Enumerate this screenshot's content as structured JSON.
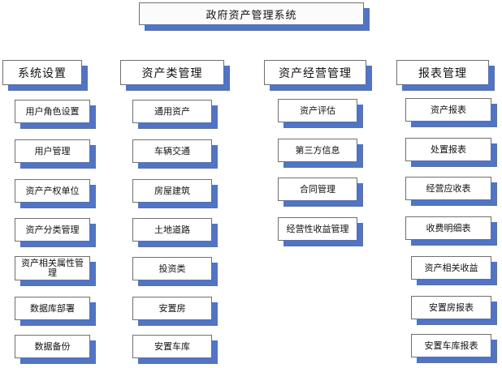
{
  "title": "政府资产管理系统",
  "columns": [
    {
      "header": "系统设置",
      "items": [
        "用户角色设置",
        "用户管理",
        "资产产权单位",
        "资产分类管理",
        "资产相关属性管理",
        "数据库部署",
        "数据备份"
      ]
    },
    {
      "header": "资产类管理",
      "items": [
        "通用资产",
        "车辆交通",
        "房屋建筑",
        "土地道路",
        "投资类",
        "安置房",
        "安置车库"
      ]
    },
    {
      "header": "资产经营管理",
      "items": [
        "资产评估",
        "第三方信息",
        "合同管理",
        "经营性收益管理"
      ]
    },
    {
      "header": "报表管理",
      "items": [
        "资产报表",
        "处置报表",
        "经营应收表",
        "收费明细表",
        "资产相关收益",
        "安置房报表",
        "安置车库报表"
      ]
    }
  ]
}
